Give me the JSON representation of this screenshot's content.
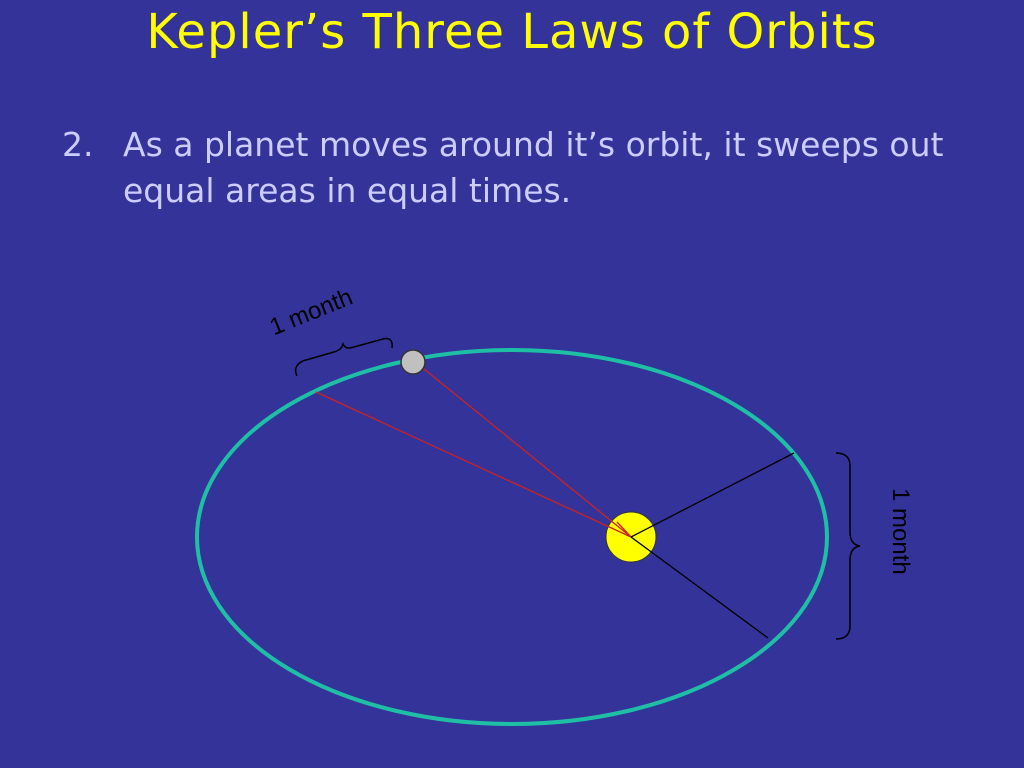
{
  "title": "Kepler’s Three Laws of Orbits",
  "bullet": {
    "number": "2.",
    "text": "As a planet moves around it’s orbit, it sweeps out equal areas in equal times."
  },
  "labels": {
    "top_interval": "1 month",
    "right_interval": "1 month"
  },
  "colors": {
    "background": "#333399",
    "title": "#ffff00",
    "body_text": "#ccccff",
    "orbit": "#1fbfa6",
    "sun": "#ffff00",
    "planet": "#c0c0c0",
    "swept_lines_top": "#cc2222",
    "swept_lines_right": "#000000"
  }
}
